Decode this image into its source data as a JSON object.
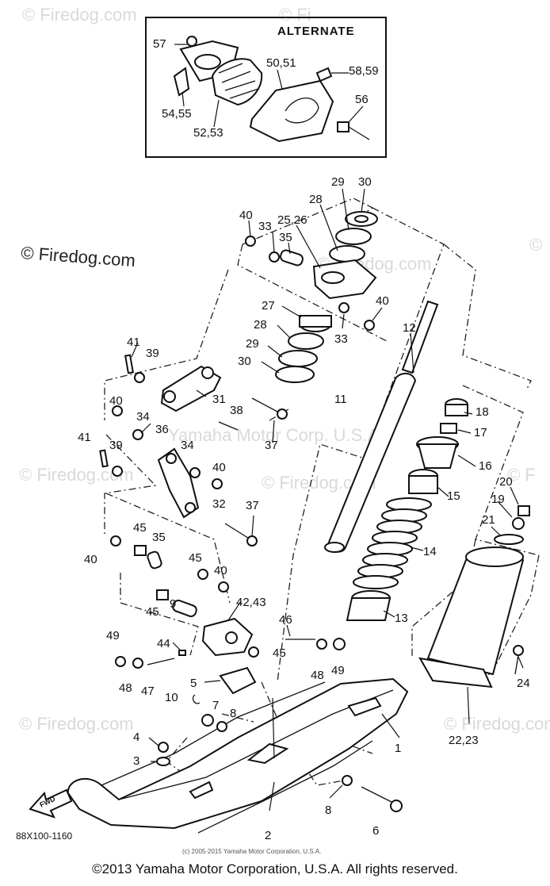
{
  "watermarks": {
    "top_left": "© Firedog.com",
    "top_center": "© Fi",
    "left_mid": "© Firedog.com",
    "upper_right": "© Firedog.com",
    "center": "Yamaha Motor Corp. U.S.A.",
    "mid_left": "© Firedog.com",
    "mid_center": "© Firedog.com",
    "mid_right": "© F",
    "lower_left": "© Firedog.com",
    "lower_right": "© Firedog.com",
    "far_right": "©"
  },
  "alternate_box": {
    "title": "ALTERNATE",
    "labels": {
      "l57": "57",
      "l5051": "50,51",
      "l5859": "58,59",
      "l5455": "54,55",
      "l56": "56",
      "l5253": "52,53"
    }
  },
  "labels": {
    "l29": "29",
    "l30a": "30",
    "l28a": "28",
    "l40a": "40",
    "l33a": "33",
    "l2526": "25,26",
    "l35a": "35",
    "l27": "27",
    "l40b": "40",
    "l28b": "28",
    "l33b": "33",
    "l12": "12",
    "l29b": "29",
    "l30b": "30",
    "l41a": "41",
    "l39a": "39",
    "l11": "11",
    "l31": "31",
    "l38": "38",
    "l40c": "40",
    "l34a": "34",
    "l36": "36",
    "l37a": "37",
    "l18": "18",
    "l17": "17",
    "l41b": "41",
    "l39b": "39",
    "l34b": "34",
    "l40d": "40",
    "l16": "16",
    "l32": "32",
    "l15": "15",
    "l20": "20",
    "l19": "19",
    "l37b": "37",
    "l21": "21",
    "l45a": "45",
    "l35b": "35",
    "l40e": "40",
    "l14": "14",
    "l45b": "45",
    "l40f": "40",
    "l4243": "42,43",
    "l45c": "45",
    "l9": "9",
    "l13": "13",
    "l46": "46",
    "l49a": "49",
    "l44": "44",
    "l45d": "45",
    "l48a": "48",
    "l49b": "49",
    "l48b": "48",
    "l47": "47",
    "l5": "5",
    "l24": "24",
    "l10": "10",
    "l7": "7",
    "l8a": "8",
    "l1": "1",
    "l2223": "22,23",
    "l4": "4",
    "l3": "3",
    "l8b": "8",
    "l6": "6",
    "l2": "2"
  },
  "fwd_arrow": "FWD",
  "part_number": "88X100-1160",
  "small_copyright": "(c) 2005-2015 Yamaha Motor Corporation, U.S.A.",
  "copyright": "©2013 Yamaha Motor Corporation, U.S.A. All rights reserved."
}
